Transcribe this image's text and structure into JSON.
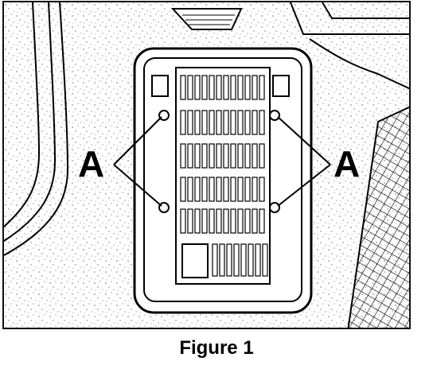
{
  "callouts": {
    "left": "A",
    "right": "A"
  },
  "caption": "Figure 1",
  "colors": {
    "ink": "#000000",
    "paper": "#ffffff"
  }
}
